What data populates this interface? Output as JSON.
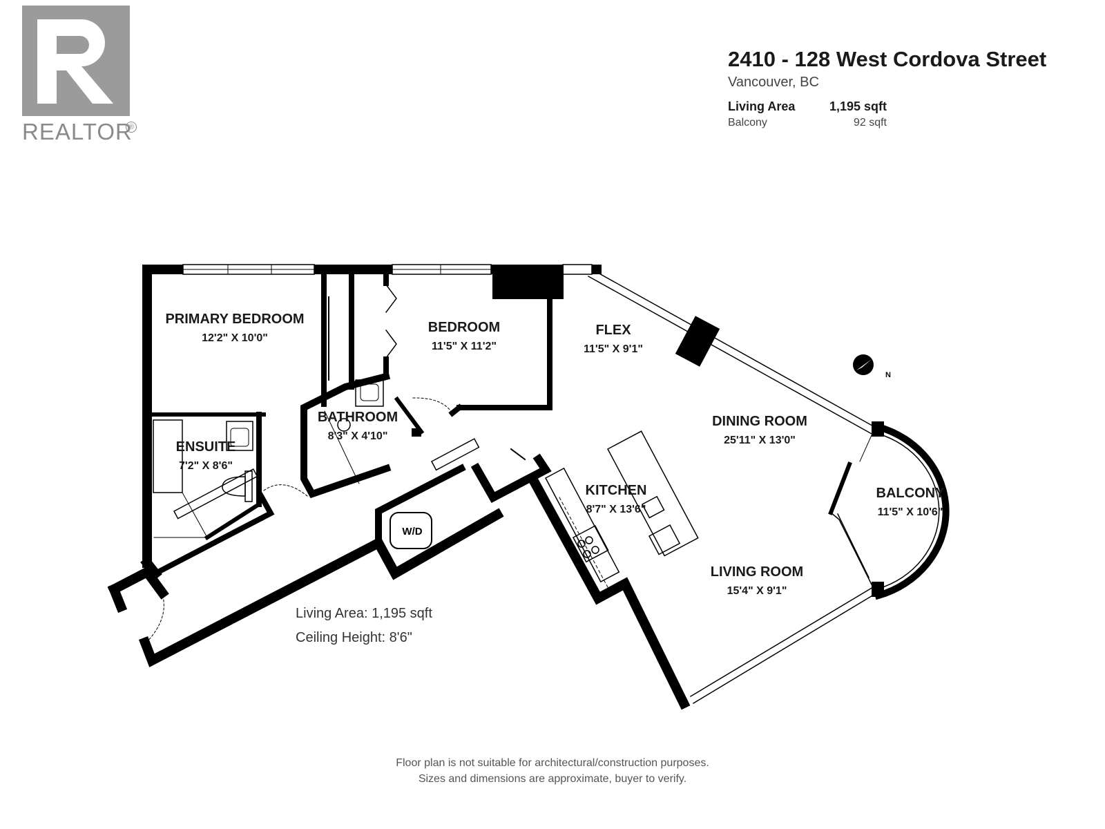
{
  "logo": {
    "wordmark": "REALTOR",
    "registered_mark": "®"
  },
  "header": {
    "address": "2410 - 128 West Cordova Street",
    "city": "Vancouver, BC",
    "areas": [
      {
        "label": "Living Area",
        "value": "1,195 sqft"
      },
      {
        "label": "Balcony",
        "value": "92 sqft"
      }
    ]
  },
  "rooms": {
    "primary_bedroom": {
      "name": "PRIMARY BEDROOM",
      "dims": "12'2\" X 10'0\""
    },
    "bedroom": {
      "name": "BEDROOM",
      "dims": "11'5\" X 11'2\""
    },
    "flex": {
      "name": "FLEX",
      "dims": "11'5\" X 9'1\""
    },
    "bathroom": {
      "name": "BATHROOM",
      "dims": "8'3\" X 4'10\""
    },
    "ensuite": {
      "name": "ENSUITE",
      "dims": "7'2\" X 8'6\""
    },
    "dining_room": {
      "name": "DINING ROOM",
      "dims": "25'11\" X 13'0\""
    },
    "kitchen": {
      "name": "KITCHEN",
      "dims": "8'7\" X 13'6\""
    },
    "balcony": {
      "name": "BALCONY",
      "dims": "11'5\" X 10'6\""
    },
    "living_room": {
      "name": "LIVING ROOM",
      "dims": "15'4\" X 9'1\""
    }
  },
  "fixtures": {
    "washer_dryer": "W/D"
  },
  "compass": {
    "label": "N"
  },
  "notes": {
    "living_area": "Living Area: 1,195 sqft",
    "ceiling_height": "Ceiling Height: 8'6\""
  },
  "disclaimer": {
    "line1": "Floor plan is not suitable for architectural/construction purposes.",
    "line2": "Sizes and dimensions are approximate, buyer to verify."
  }
}
